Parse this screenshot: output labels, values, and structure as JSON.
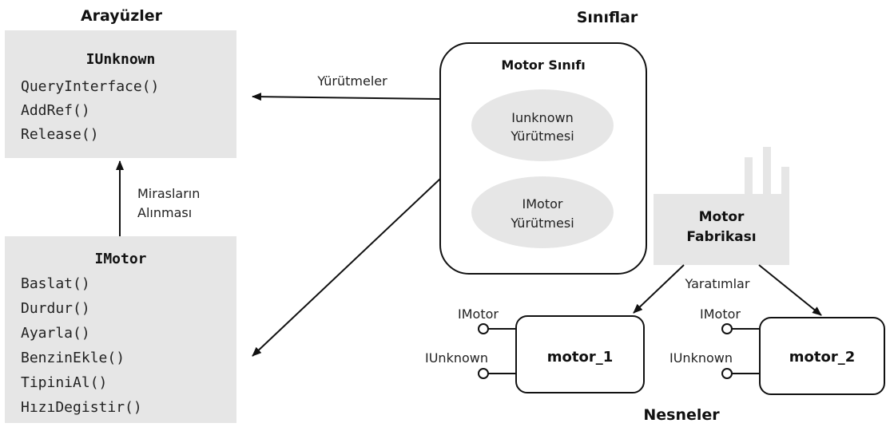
{
  "headings": {
    "interfaces": "Arayüzler",
    "classes": "Sınıflar",
    "objects": "Nesneler"
  },
  "interfaces": [
    {
      "name": "IUnknown",
      "methods": [
        "QueryInterface()",
        "AddRef()",
        "Release()"
      ]
    },
    {
      "name": "IMotor",
      "methods": [
        "Baslat()",
        "Durdur()",
        "Ayarla()",
        "BenzinEkle()",
        "TipiniAl()",
        "HızıDegistir()"
      ]
    }
  ],
  "edge_labels": {
    "inheritance": [
      "Mirasların",
      "Alınması"
    ],
    "implementations": "Yürütmeler",
    "creations": "Yaratımlar"
  },
  "motor_class": {
    "title": "Motor Sınıfı",
    "implementations": [
      [
        "Iunknown",
        "Yürütmesi"
      ],
      [
        "IMotor",
        "Yürütmesi"
      ]
    ]
  },
  "factory": {
    "lines": [
      "Motor",
      "Fabrikası"
    ]
  },
  "objects": [
    {
      "name": "motor_1",
      "ports": [
        "IMotor",
        "IUnknown"
      ]
    },
    {
      "name": "motor_2",
      "ports": [
        "IMotor",
        "IUnknown"
      ]
    }
  ],
  "colors": {
    "shaded_fill": "#e6e6e6",
    "line": "#111111",
    "background": "#ffffff"
  }
}
